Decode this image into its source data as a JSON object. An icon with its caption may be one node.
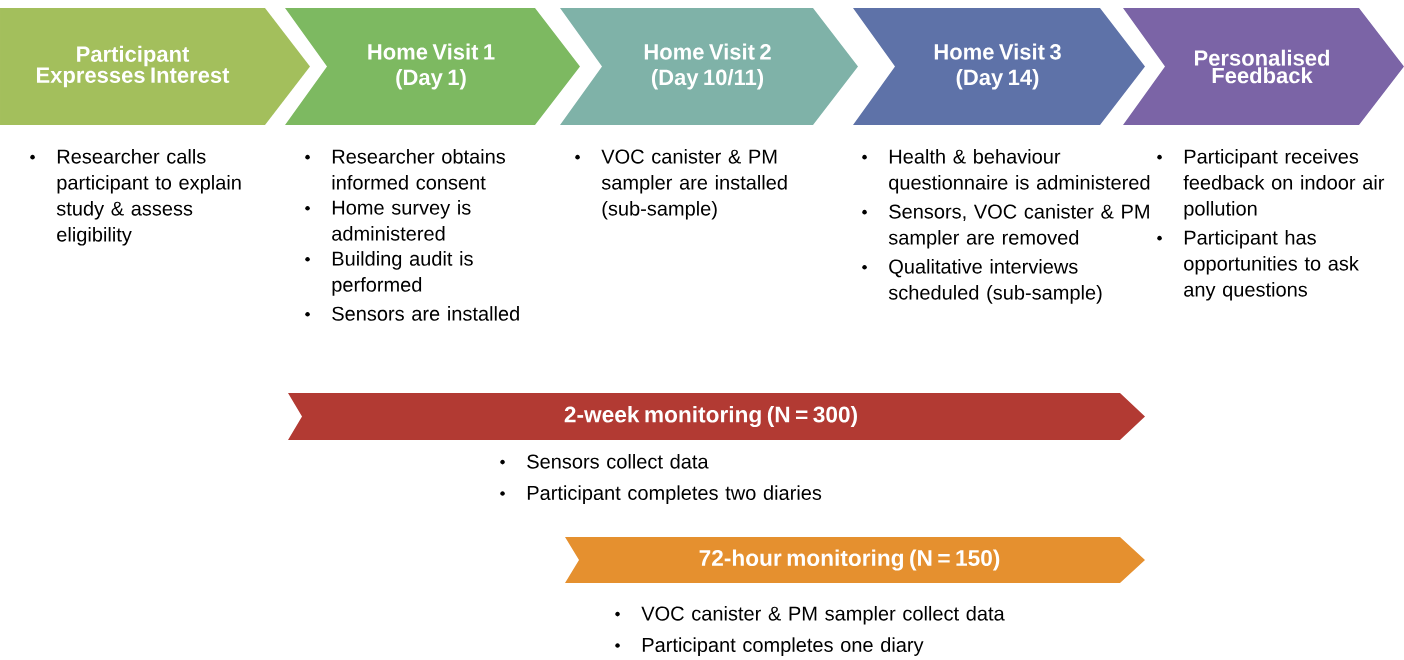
{
  "diagram": {
    "nodes": [
      {
        "text": [
          "Participant Expresses Interest"
        ],
        "beside": [
          "Researcher calls participant to explain study & assess eligibility"
        ]
      },
      {
        "text": [
          "Home Visit 1",
          "(Day 1)"
        ],
        "beside": [
          "Researcher obtains informed consent",
          "Home survey is administered",
          "Building audit is performed",
          "Sensors are installed"
        ]
      },
      {
        "text": [
          "Home Visit 2",
          "(Day 10/11)"
        ],
        "beside": [
          "VOC canister & PM sampler are installed (sub-sample)"
        ]
      },
      {
        "text": [
          "Home Visit 3",
          "(Day 14)"
        ],
        "beside": [
          "Health & behaviour questionnaire is administered",
          "Sensors, VOC canister & PM sampler are removed",
          "Qualitative interviews scheduled (sub-sample)"
        ]
      },
      {
        "text": [
          "Personalised Feedback"
        ],
        "beside": [
          "Participant receives feedback on indoor air pollution",
          "Participant has opportunities to ask any questions"
        ]
      },
      {
        "text": [
          "2-week monitoring (N = 300)"
        ],
        "beside": [
          "Sensors collect data",
          "Participant completes two diaries"
        ]
      },
      {
        "text": [
          "72-hour monitoring (N = 150)"
        ],
        "beside": [
          "VOC canister & PM sampler collect data",
          "Participant completes one diary"
        ]
      }
    ]
  }
}
